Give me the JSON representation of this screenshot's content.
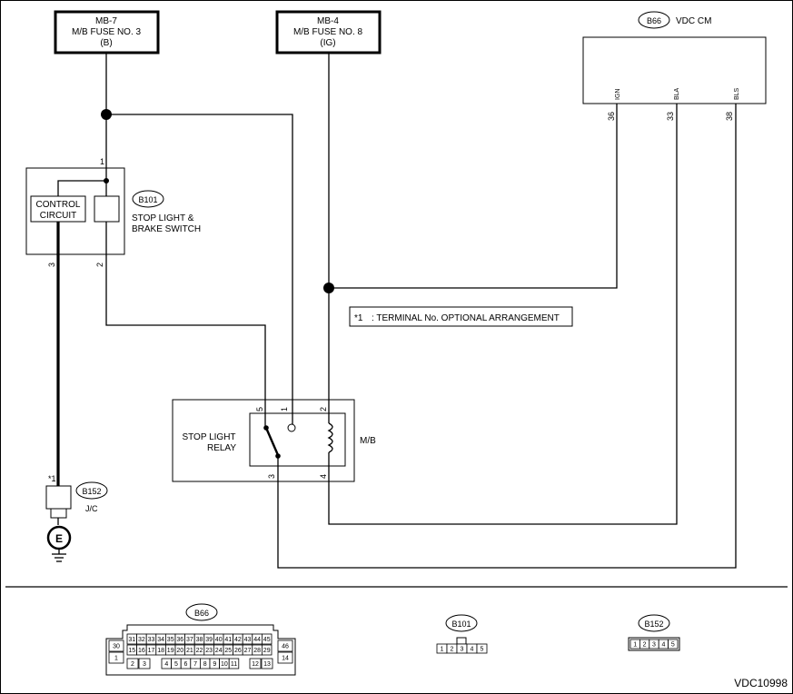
{
  "fuses": {
    "mb7": {
      "line1": "MB-7",
      "line2": "M/B FUSE NO. 3",
      "line3": "(B)"
    },
    "mb4": {
      "line1": "MB-4",
      "line2": "M/B FUSE NO. 8",
      "line3": "(IG)"
    }
  },
  "vdc": {
    "badge": "B66",
    "label": "VDC CM",
    "pins": [
      {
        "name": "IGN",
        "num": "36"
      },
      {
        "name": "BLA",
        "num": "33"
      },
      {
        "name": "BLS",
        "num": "38"
      }
    ]
  },
  "switch": {
    "badge": "B101",
    "label1": "STOP LIGHT &",
    "label2": "BRAKE SWITCH",
    "control1": "CONTROL",
    "control2": "CIRCUIT",
    "pin1": "1",
    "pin2": "2",
    "pin3": "3"
  },
  "note": {
    "star": "*1",
    "text": ": TERMINAL No. OPTIONAL ARRANGEMENT"
  },
  "relay": {
    "label1": "STOP LIGHT",
    "label2": "RELAY",
    "mb": "M/B",
    "pins": {
      "p5": "5",
      "p1": "1",
      "p2": "2",
      "p3": "3",
      "p4": "4"
    }
  },
  "ground": {
    "star": "*1",
    "badge": "B152",
    "label": "J/C",
    "symbol": "E"
  },
  "connectors": {
    "b66": {
      "badge": "B66",
      "row1": [
        "31",
        "32",
        "33",
        "34",
        "35",
        "36",
        "37",
        "38",
        "39",
        "40",
        "41",
        "42",
        "43",
        "44",
        "45"
      ],
      "row2": [
        "15",
        "16",
        "17",
        "18",
        "19",
        "20",
        "21",
        "22",
        "23",
        "24",
        "25",
        "26",
        "27",
        "28",
        "29"
      ],
      "row3": [
        "2",
        "3",
        "4",
        "5",
        "6",
        "7",
        "8",
        "9",
        "10",
        "11",
        "12",
        "13"
      ],
      "left": [
        "30",
        "1"
      ],
      "right": [
        "46",
        "14"
      ]
    },
    "b101": {
      "badge": "B101",
      "pins": [
        "1",
        "2",
        "3",
        "4",
        "5"
      ]
    },
    "b152": {
      "badge": "B152",
      "pins": [
        "1",
        "2",
        "3",
        "4",
        "5"
      ]
    }
  },
  "figure_id": "VDC10998"
}
